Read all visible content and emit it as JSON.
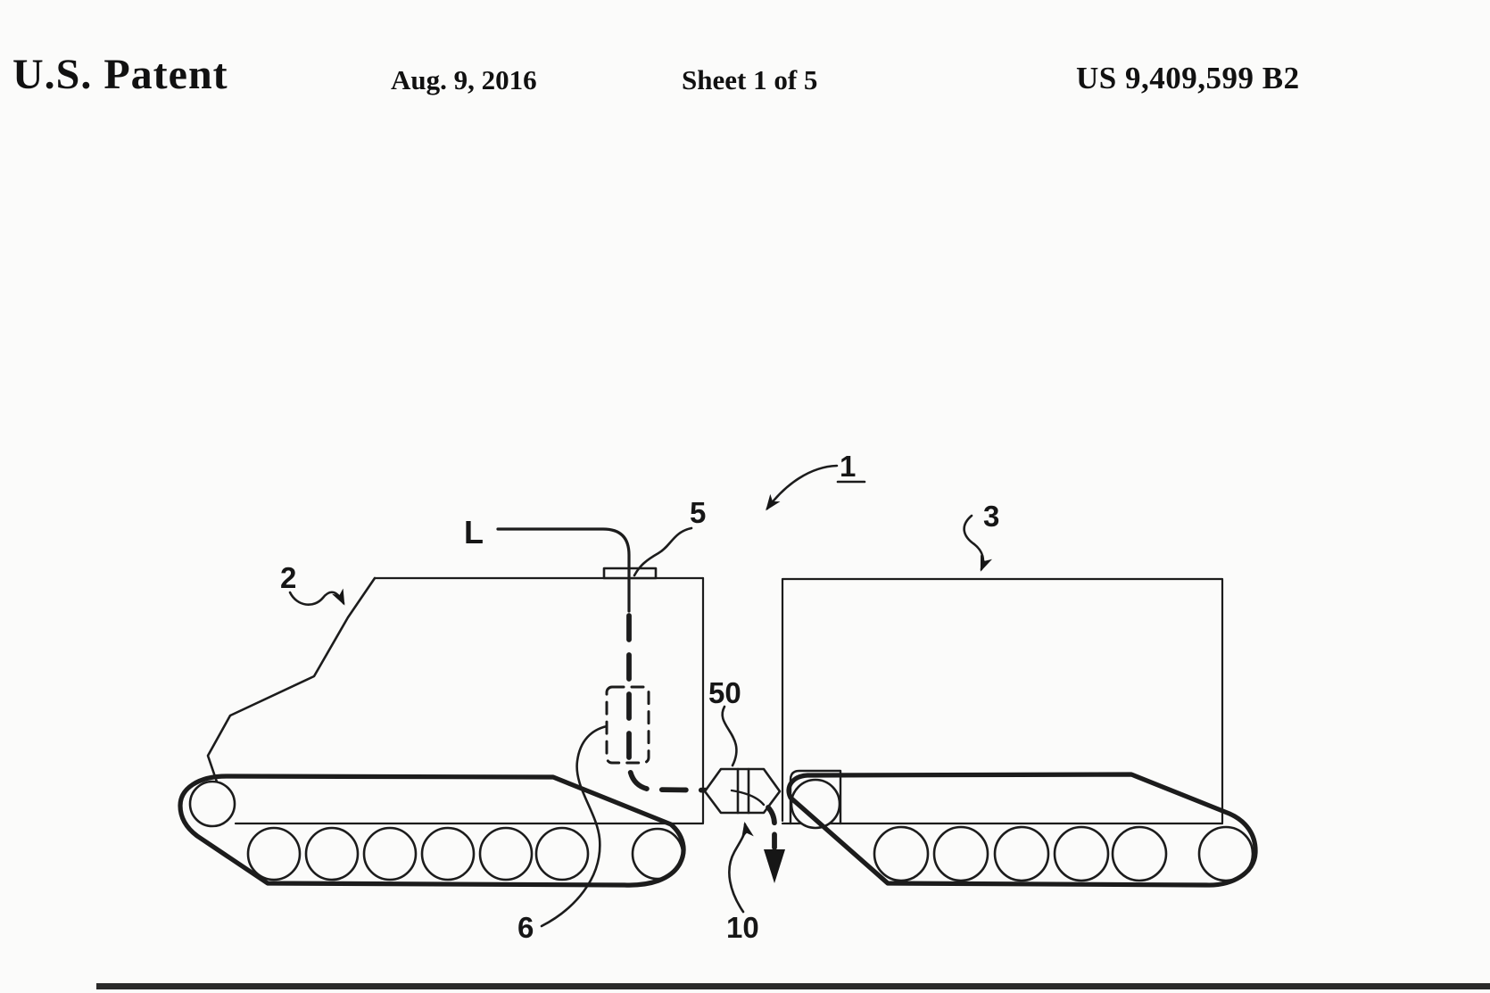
{
  "header": {
    "title": "U.S. Patent",
    "date": "Aug. 9, 2016",
    "sheet": "Sheet 1 of 5",
    "patent_number": "US 9,409,599 B2"
  },
  "figure": {
    "type": "patent-line-drawing",
    "description_visible_elements": "two tracked vehicles coupled together",
    "labels": {
      "assembly": "1",
      "first_vehicle": "2",
      "second_vehicle": "3",
      "antenna": "5",
      "internal_component": "6",
      "lower_coupling": "10",
      "coupling": "50",
      "line": "L"
    }
  },
  "colors": {
    "ink": "#1c1c1c",
    "background": "#fbfbfa"
  }
}
